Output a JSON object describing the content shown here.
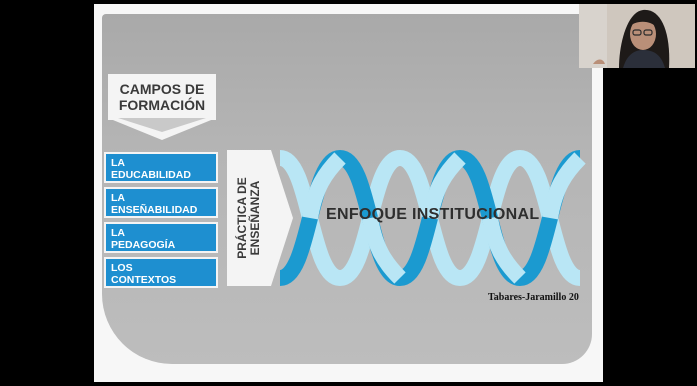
{
  "slide": {
    "campos_title": "CAMPOS DE FORMACIÓN",
    "campos_line1": "CAMPOS DE",
    "campos_line2": "FORMACIÓN",
    "items": [
      {
        "line1": "LA",
        "line2": "EDUCABILIDAD"
      },
      {
        "line1": "LA",
        "line2": "ENSEÑABILIDAD"
      },
      {
        "line1": "LA",
        "line2": "PEDAGOGÍA"
      },
      {
        "line1": "LOS",
        "line2": "CONTEXTOS"
      }
    ],
    "practica_line1": "PRÁCTICA DE",
    "practica_line2": "ENSEÑANZA",
    "enfoque": "ENFOQUE INSTITUCIONAL",
    "citation": "Tabares-Jaramillo 20"
  },
  "colors": {
    "blue": "#1e8fd0",
    "helix_light": "#b9e6f5",
    "helix_dark": "#1b9ad0",
    "gray": "#b3b3b3"
  }
}
